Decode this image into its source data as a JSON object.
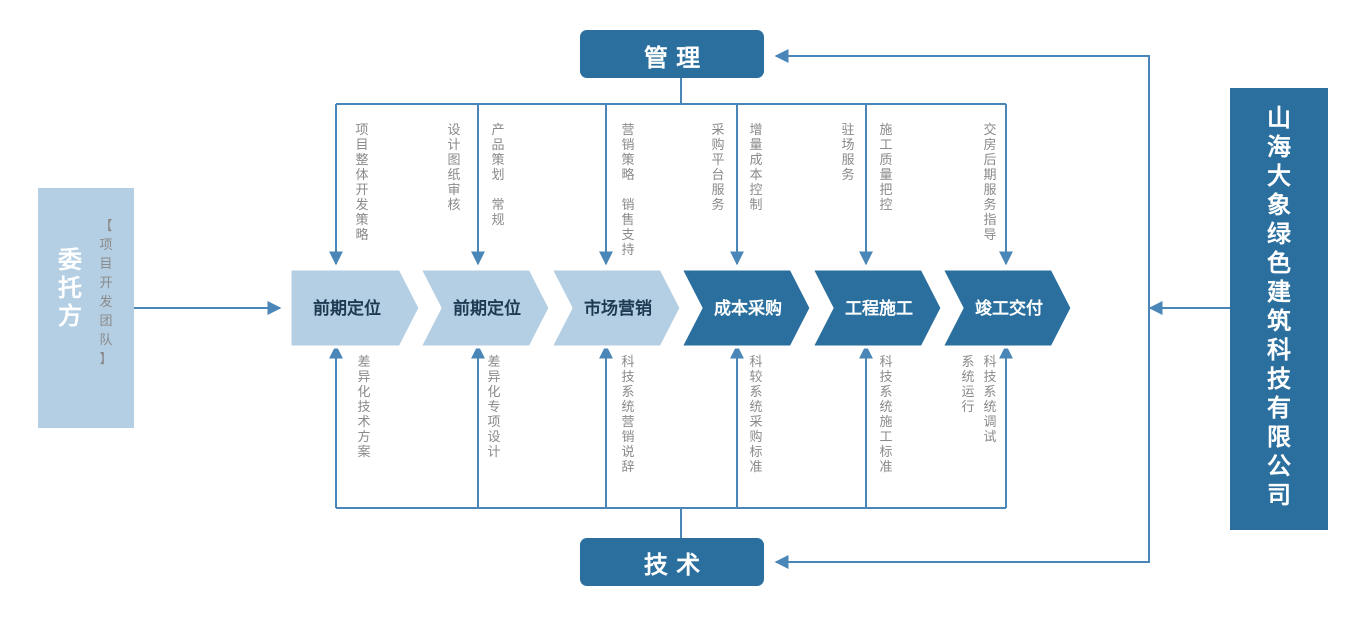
{
  "top_box": {
    "label": "管 理"
  },
  "bottom_box": {
    "label": "技 术"
  },
  "client": {
    "title": "委托方",
    "subtitle": "【项目开发团队】"
  },
  "company": {
    "name": "山海大象绿色建筑科技有限公司"
  },
  "stages": [
    {
      "label": "前期定位"
    },
    {
      "label": "前期定位"
    },
    {
      "label": "市场营销"
    },
    {
      "label": "成本采购"
    },
    {
      "label": "工程施工"
    },
    {
      "label": "竣工交付"
    }
  ],
  "top_notes": [
    "项目整体开发策略",
    "设计图纸审核",
    "产品策划 常规",
    "营销策略 销售支持",
    "采购平台服务",
    "增量成本控制",
    "驻场服务",
    "施工质量把控",
    "交房后期服务指导"
  ],
  "bottom_notes": [
    "差异化技术方案",
    "差异化专项设计",
    "科技系统营销说辞",
    "科较系统采购标准",
    "科技系统施工标准",
    "系统运行",
    "科技系统调试"
  ],
  "colors": {
    "dark_blue": "#2a6f9e",
    "light_blue": "#b4cfe3",
    "line": "#4a87b8",
    "note_text": "#8a8a8a"
  }
}
